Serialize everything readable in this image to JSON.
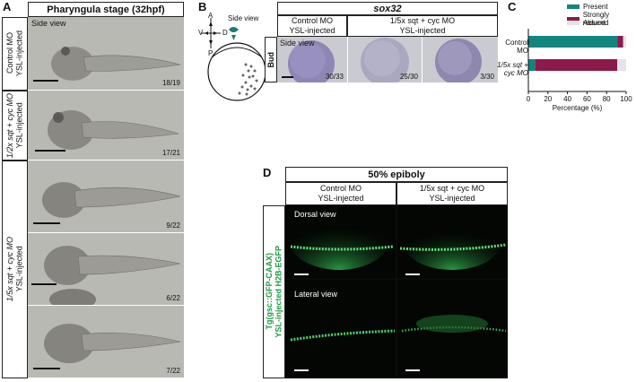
{
  "panels": {
    "a": {
      "letter": "A",
      "header": "Pharyngula stage (32hpf)",
      "side_view": "Side view",
      "rows": [
        {
          "label_line1": "Control MO",
          "label_line2": "YSL-injected",
          "count": "18/19"
        },
        {
          "label_line1": "1/2x sqt + cyc MO",
          "label_line2": "YSL-injected",
          "count": "17/21"
        },
        {
          "label_line1": "1/5x sqt + cyc MO",
          "label_line2": "YSL-injected",
          "counts": [
            "9/22",
            "6/22",
            "7/22"
          ]
        }
      ]
    },
    "b": {
      "letter": "B",
      "axes": {
        "a": "A",
        "p": "P",
        "v": "V",
        "d": "D"
      },
      "side_view": "Side view",
      "gene": "sox32",
      "stage": "Bud",
      "col1": {
        "line1": "Control MO",
        "line2": "YSL-injected"
      },
      "col2": {
        "line1": "1/5x sqt + cyc MO",
        "line2": "YSL-injected"
      },
      "counts": [
        "30/33",
        "25/30",
        "3/30"
      ]
    },
    "c": {
      "letter": "C",
      "legend": [
        "Present",
        "Strongly reduced",
        "Absent"
      ],
      "row_labels": [
        [
          "Control",
          "MO"
        ],
        [
          "1/5x sqt +",
          "cyc MO"
        ]
      ],
      "xlabel": "Percentage (%)",
      "ticks": [
        "0",
        "20",
        "40",
        "60",
        "80",
        "100"
      ]
    },
    "d": {
      "letter": "D",
      "header": "50% epiboly",
      "col1": {
        "line1": "Control MO",
        "line2": "YSL-injected"
      },
      "col2": {
        "line1": "1/5x sqt + cyc MO",
        "line2": "YSL-injected"
      },
      "dorsal": "Dorsal view",
      "lateral": "Lateral view",
      "side_label_line1": "Tg(gsc::GFP-CAAX)",
      "side_label_line2": "YSL-injected H2B-EGFP"
    }
  },
  "colors": {
    "present": "#12857e",
    "reduced": "#8c1a4b",
    "absent": "#e3e3e8",
    "gfp": "#3fd05a"
  },
  "chart_data": {
    "type": "bar",
    "stacked": true,
    "orientation": "horizontal",
    "categories": [
      "Control MO",
      "1/5x sqt + cyc MO"
    ],
    "series": [
      {
        "name": "Present",
        "values": [
          91,
          7
        ]
      },
      {
        "name": "Strongly reduced",
        "values": [
          6,
          84
        ]
      },
      {
        "name": "Absent",
        "values": [
          3,
          9
        ]
      }
    ],
    "xlabel": "Percentage (%)",
    "xlim": [
      0,
      100
    ]
  }
}
